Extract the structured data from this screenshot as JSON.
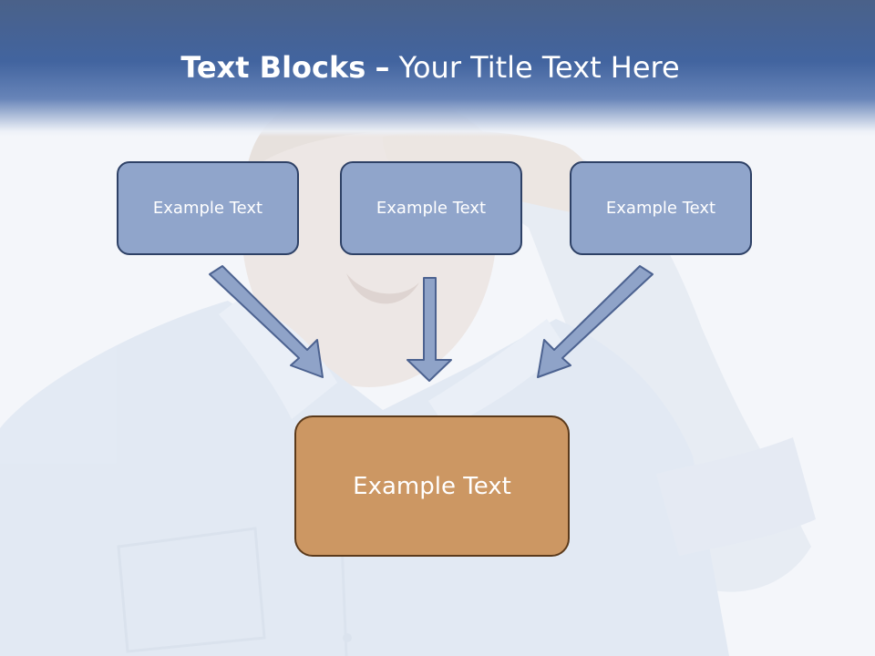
{
  "title": {
    "bold": "Text Blocks",
    "dash": "–",
    "rest": "Your Title Text Here"
  },
  "blocks": {
    "left": "Example Text",
    "center": "Example Text",
    "right": "Example Text",
    "main": "Example Text"
  },
  "colors": {
    "header": "#42649f",
    "block_fill": "#90a5cb",
    "block_border": "#2e4166",
    "main_fill": "#cc9763",
    "main_border": "#5b3a1b",
    "arrow_fill": "#8fa3c8",
    "arrow_stroke": "#4c6290"
  }
}
